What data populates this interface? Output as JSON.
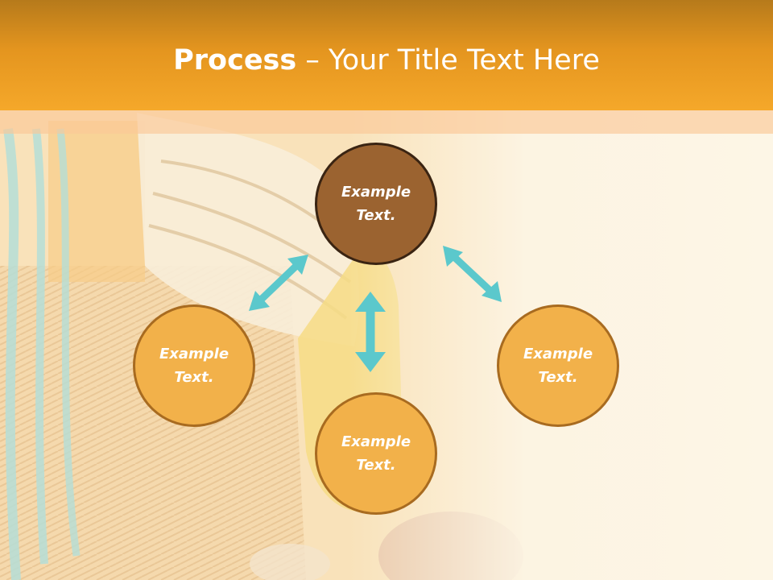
{
  "slide": {
    "title_bold": "Process",
    "title_rest": " – Your Title Text Here"
  },
  "colors": {
    "header": "#f5a82a",
    "accent_brown": "#9b6330",
    "node_orange": "#f2b14a",
    "arrow_teal": "#5bc8cc"
  },
  "nodes": {
    "top": {
      "line1": "Example",
      "line2": "Text."
    },
    "left": {
      "line1": "Example",
      "line2": "Text."
    },
    "bottom": {
      "line1": "Example",
      "line2": "Text."
    },
    "right": {
      "line1": "Example",
      "line2": "Text."
    }
  },
  "arrow_icons": [
    "double-arrow-diagonal-left",
    "double-arrow-vertical",
    "double-arrow-diagonal-right"
  ]
}
